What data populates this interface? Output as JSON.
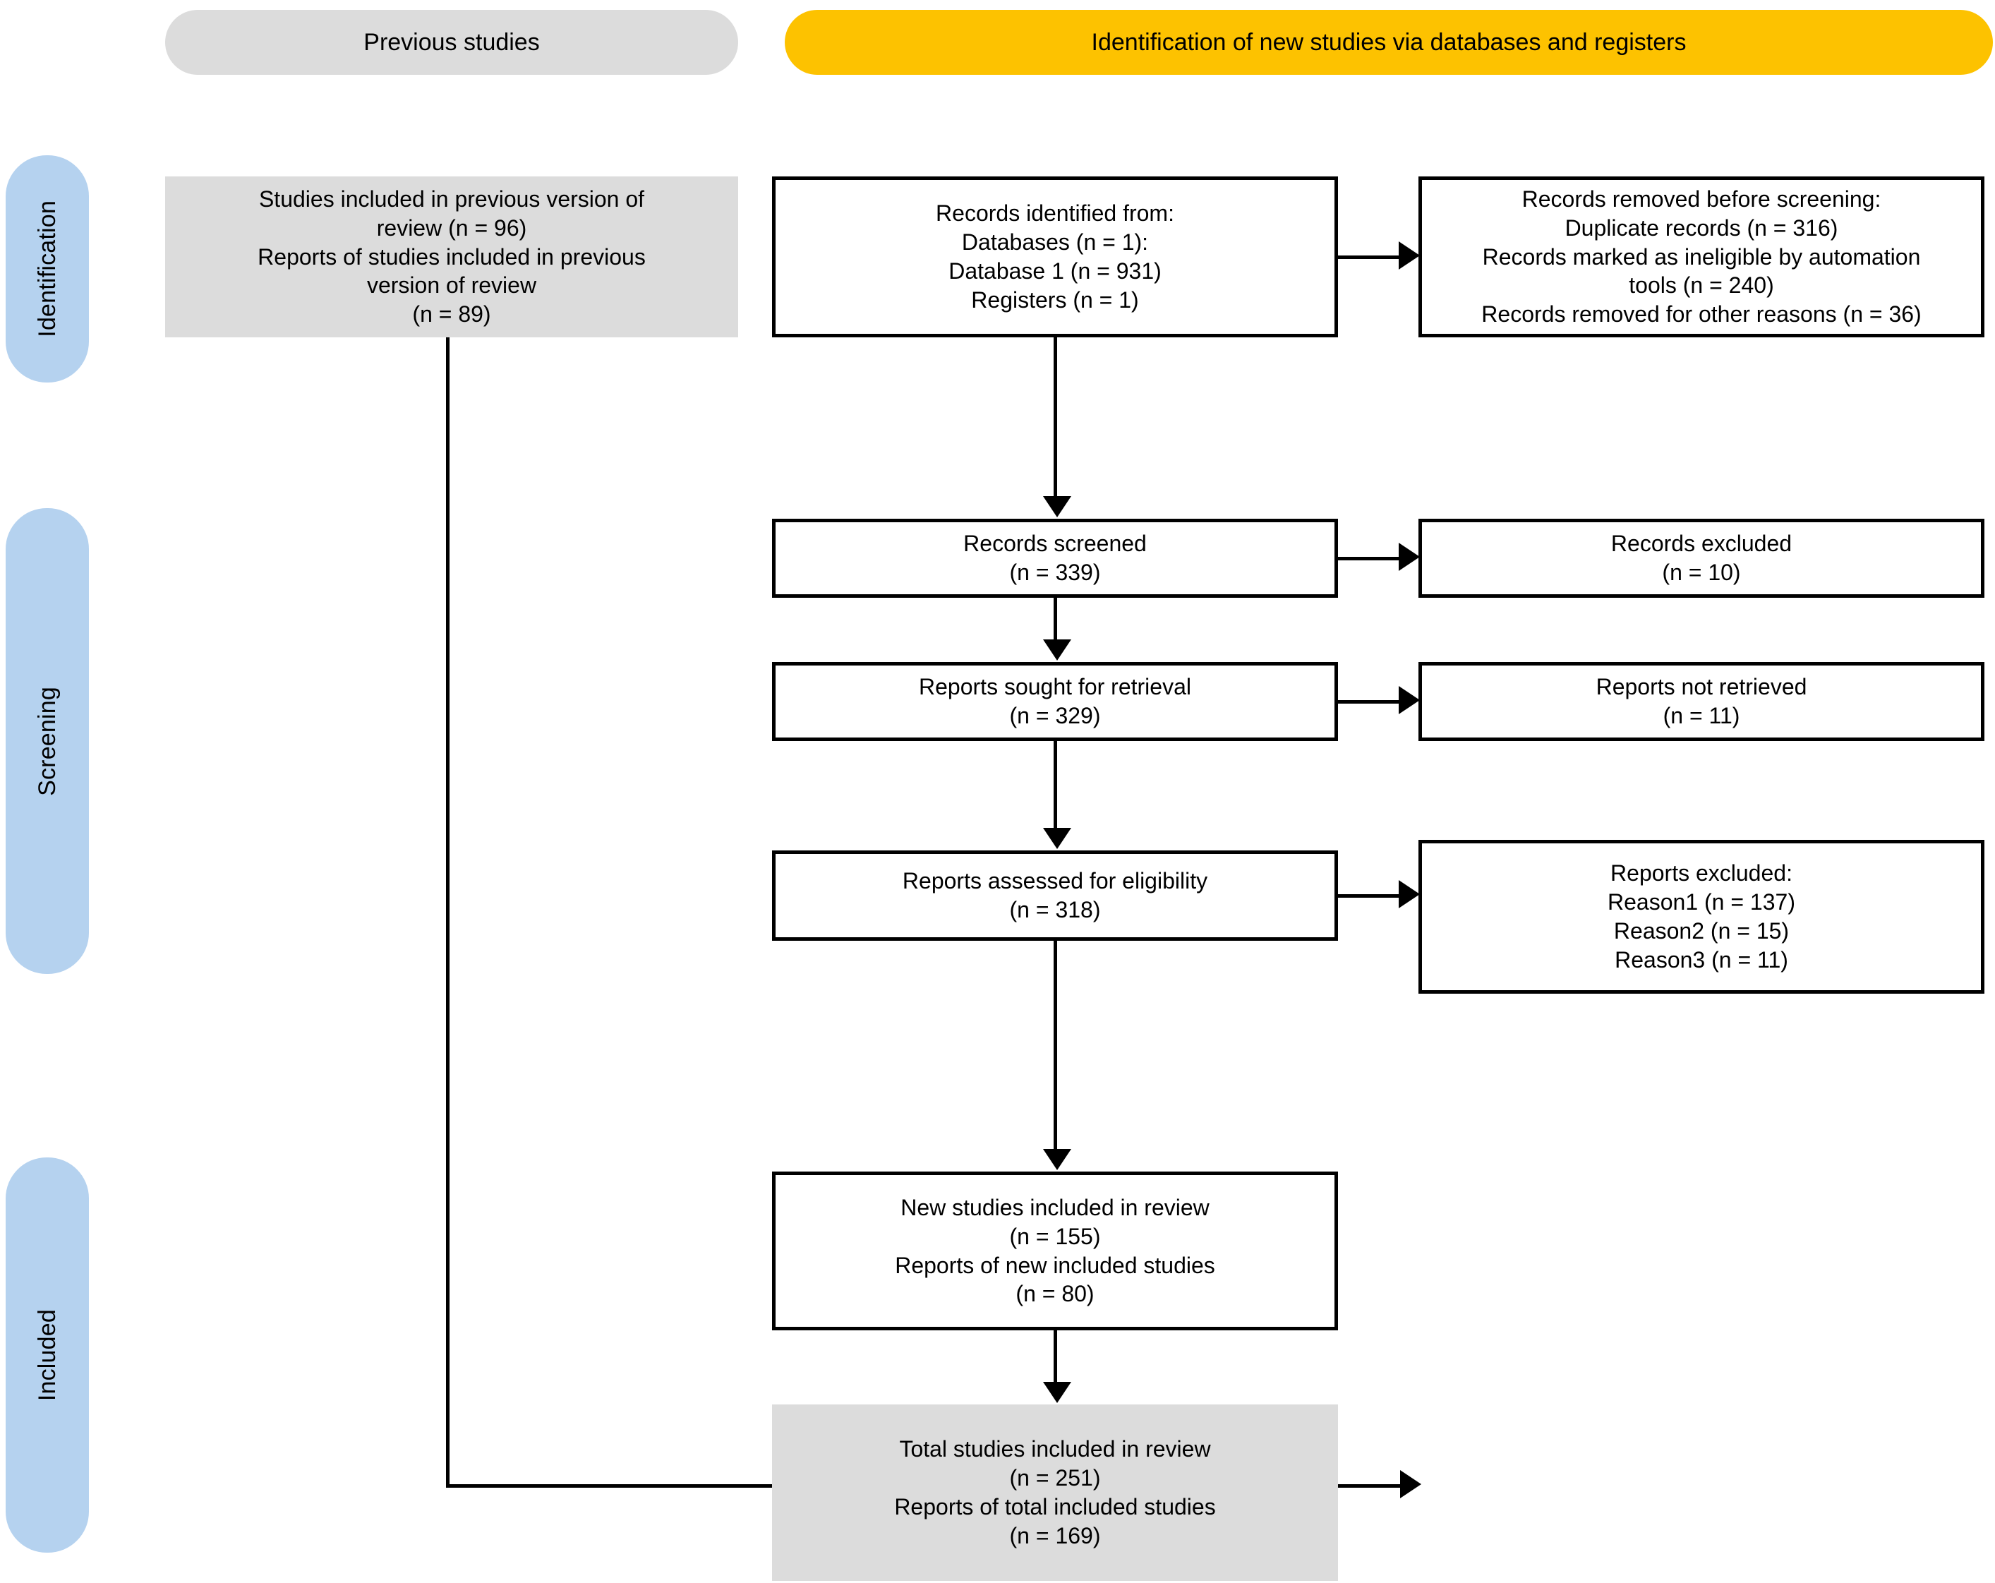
{
  "headers": {
    "previous": "Previous studies",
    "identification": "Identification of new studies via databases and registers"
  },
  "stages": {
    "identification": "Identification",
    "screening": "Screening",
    "included": "Included"
  },
  "colors": {
    "previous_pill": "#dcdcdc",
    "identification_pill": "#fdc200",
    "stage_bar": "#b5d2ef",
    "shaded_box": "#dcdcdc",
    "outline": "#000000"
  },
  "boxes": {
    "prev_studies": {
      "name": "Studies included in previous version of review",
      "lines": [
        "Studies included in previous version of",
        "review (n = 96)",
        "Reports of studies included in previous",
        "version of review",
        "(n = 89)"
      ]
    },
    "identified": {
      "name": "Records identified from",
      "lines": [
        "Records identified from:",
        "Databases (n = 1):",
        "Database 1 (n = 931)",
        "Registers (n = 1)"
      ]
    },
    "removed": {
      "name": "Records removed before screening",
      "lines": [
        "Records removed before screening:",
        "Duplicate records (n = 316)",
        "Records marked as ineligible by automation",
        "tools (n = 240)",
        "Records removed for other reasons (n = 36)"
      ]
    },
    "screened": {
      "name": "Records screened",
      "lines": [
        "Records screened",
        "(n = 339)"
      ]
    },
    "records_excluded": {
      "name": "Records excluded",
      "lines": [
        "Records excluded",
        "(n = 10)"
      ]
    },
    "sought": {
      "name": "Reports sought for retrieval",
      "lines": [
        "Reports sought for retrieval",
        "(n = 329)"
      ]
    },
    "not_retrieved": {
      "name": "Reports not retrieved",
      "lines": [
        "Reports not retrieved",
        "(n = 11)"
      ]
    },
    "assessed": {
      "name": "Reports assessed for eligibility",
      "lines": [
        "Reports assessed for eligibility",
        "(n = 318)"
      ]
    },
    "reports_excluded": {
      "name": "Reports excluded",
      "lines": [
        "Reports excluded:",
        "Reason1 (n = 137)",
        "Reason2 (n = 15)",
        "Reason3 (n = 11)"
      ]
    },
    "new_included": {
      "name": "New studies included in review",
      "lines": [
        "New studies included in review",
        "(n = 155)",
        "Reports of new included studies",
        "(n = 80)"
      ]
    },
    "total_included": {
      "name": "Total studies included in review",
      "lines": [
        "Total studies included in review",
        "(n = 251)",
        "Reports of total included studies",
        "(n = 169)"
      ]
    }
  },
  "counts": {
    "previous_studies": 96,
    "previous_reports": 89,
    "databases": 1,
    "database_1_records": 931,
    "registers": 1,
    "duplicate_records": 316,
    "ineligible_by_automation": 240,
    "removed_other_reasons": 36,
    "records_screened": 339,
    "records_excluded": 10,
    "reports_sought": 329,
    "reports_not_retrieved": 11,
    "reports_assessed": 318,
    "reason1": 137,
    "reason2": 15,
    "reason3": 11,
    "new_studies_included": 155,
    "new_reports_included": 80,
    "total_studies_included": 251,
    "total_reports_included": 169
  }
}
